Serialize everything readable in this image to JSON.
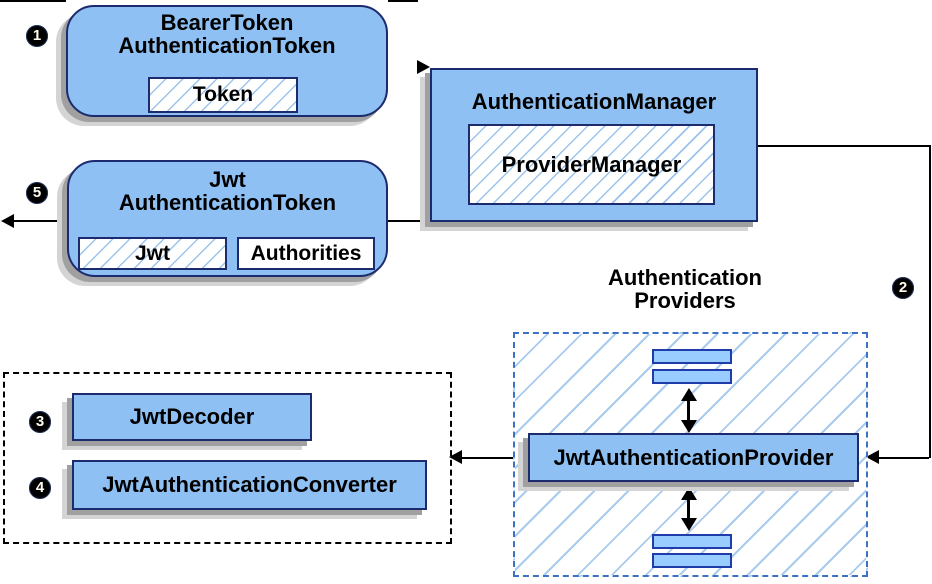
{
  "steps": {
    "s1": "1",
    "s2": "2",
    "s3": "3",
    "s4": "4",
    "s5": "5"
  },
  "bearer_token_box": {
    "title_line1": "BearerToken",
    "title_line2": "AuthenticationToken",
    "chip": "Token"
  },
  "authentication_manager_box": {
    "title": "AuthenticationManager",
    "inner": "ProviderManager"
  },
  "jwt_authentication_token_box": {
    "title_line1": "Jwt",
    "title_line2": "AuthenticationToken",
    "chips": [
      "Jwt",
      "Authorities"
    ]
  },
  "authentication_providers_group": {
    "label_line1": "Authentication",
    "label_line2": "Providers",
    "provider": "JwtAuthenticationProvider"
  },
  "support_group": {
    "decoder": "JwtDecoder",
    "converter": "JwtAuthenticationConverter"
  },
  "colors": {
    "box_fill": "#8ec0f3",
    "bar_fill": "#99ccff",
    "box_border": "#1c2b6e",
    "hatch_line": "#9cc3ec",
    "group_dash_blue": "#3c72c4",
    "group_dash_black": "#000000",
    "shadow_gray": "#a0a0a0",
    "connector_black": "#000000"
  }
}
